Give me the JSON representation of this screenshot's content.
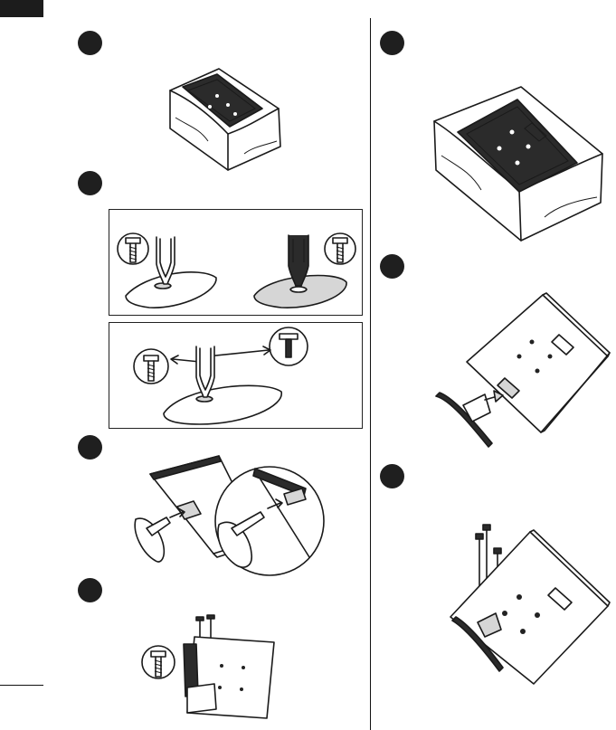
{
  "page": {
    "section_tab_label": "",
    "steps_left": [
      {
        "id": "1",
        "caption": ""
      },
      {
        "id": "2",
        "caption": ""
      },
      {
        "id": "3",
        "caption": ""
      },
      {
        "id": "4",
        "caption": ""
      }
    ],
    "steps_right": [
      {
        "id": "1",
        "caption": ""
      },
      {
        "id": "2",
        "caption": ""
      },
      {
        "id": "3",
        "caption": ""
      }
    ]
  },
  "icons": [
    "screw-icon",
    "step-marker-icon",
    "arrow-icon",
    "tv-in-packaging-icon",
    "stand-base-icon",
    "stand-neck-icon",
    "tv-back-panel-icon",
    "magnifier-circle-icon"
  ],
  "colors": {
    "ink": "#1a1a1a",
    "step_marker": "#1f1f1f",
    "light_fill": "#d6d6d6",
    "page_bg": "#ffffff"
  }
}
